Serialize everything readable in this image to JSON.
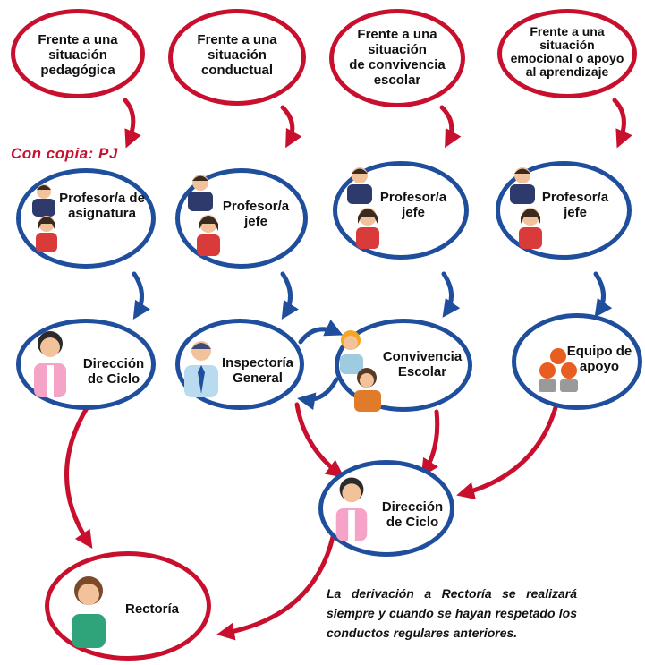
{
  "situations": [
    {
      "label": "Frente a una\nsituación\npedagógica"
    },
    {
      "label": "Frente a una\nsituación\nconductual"
    },
    {
      "label": "Frente a una\nsituación\nde convivencia\nescolar"
    },
    {
      "label": "Frente a una\nsituación\nemocional o apoyo\nal aprendizaje"
    }
  ],
  "copy_note": "Con copia: PJ",
  "teachers": [
    {
      "label": "Profesor/a de\nasignatura"
    },
    {
      "label": "Profesor/a\njefe"
    },
    {
      "label": "Profesor/a\njefe"
    },
    {
      "label": "Profesor/a\njefe"
    }
  ],
  "level3": [
    {
      "label": "Dirección\nde Ciclo"
    },
    {
      "label": "Inspectoría\nGeneral"
    },
    {
      "label": "Convivencia\nEscolar"
    },
    {
      "label": "Equipo de\napoyo"
    }
  ],
  "direccion_ciclo_2": {
    "label": "Dirección\nde Ciclo"
  },
  "rectoria": {
    "label": "Rectoría"
  },
  "note": "La derivación a Rectoría se realizará siempre y cuando se hayan respetado los conductos regulares anteriores.",
  "colors": {
    "red": "#c8102e",
    "blue": "#1f4e9c"
  }
}
